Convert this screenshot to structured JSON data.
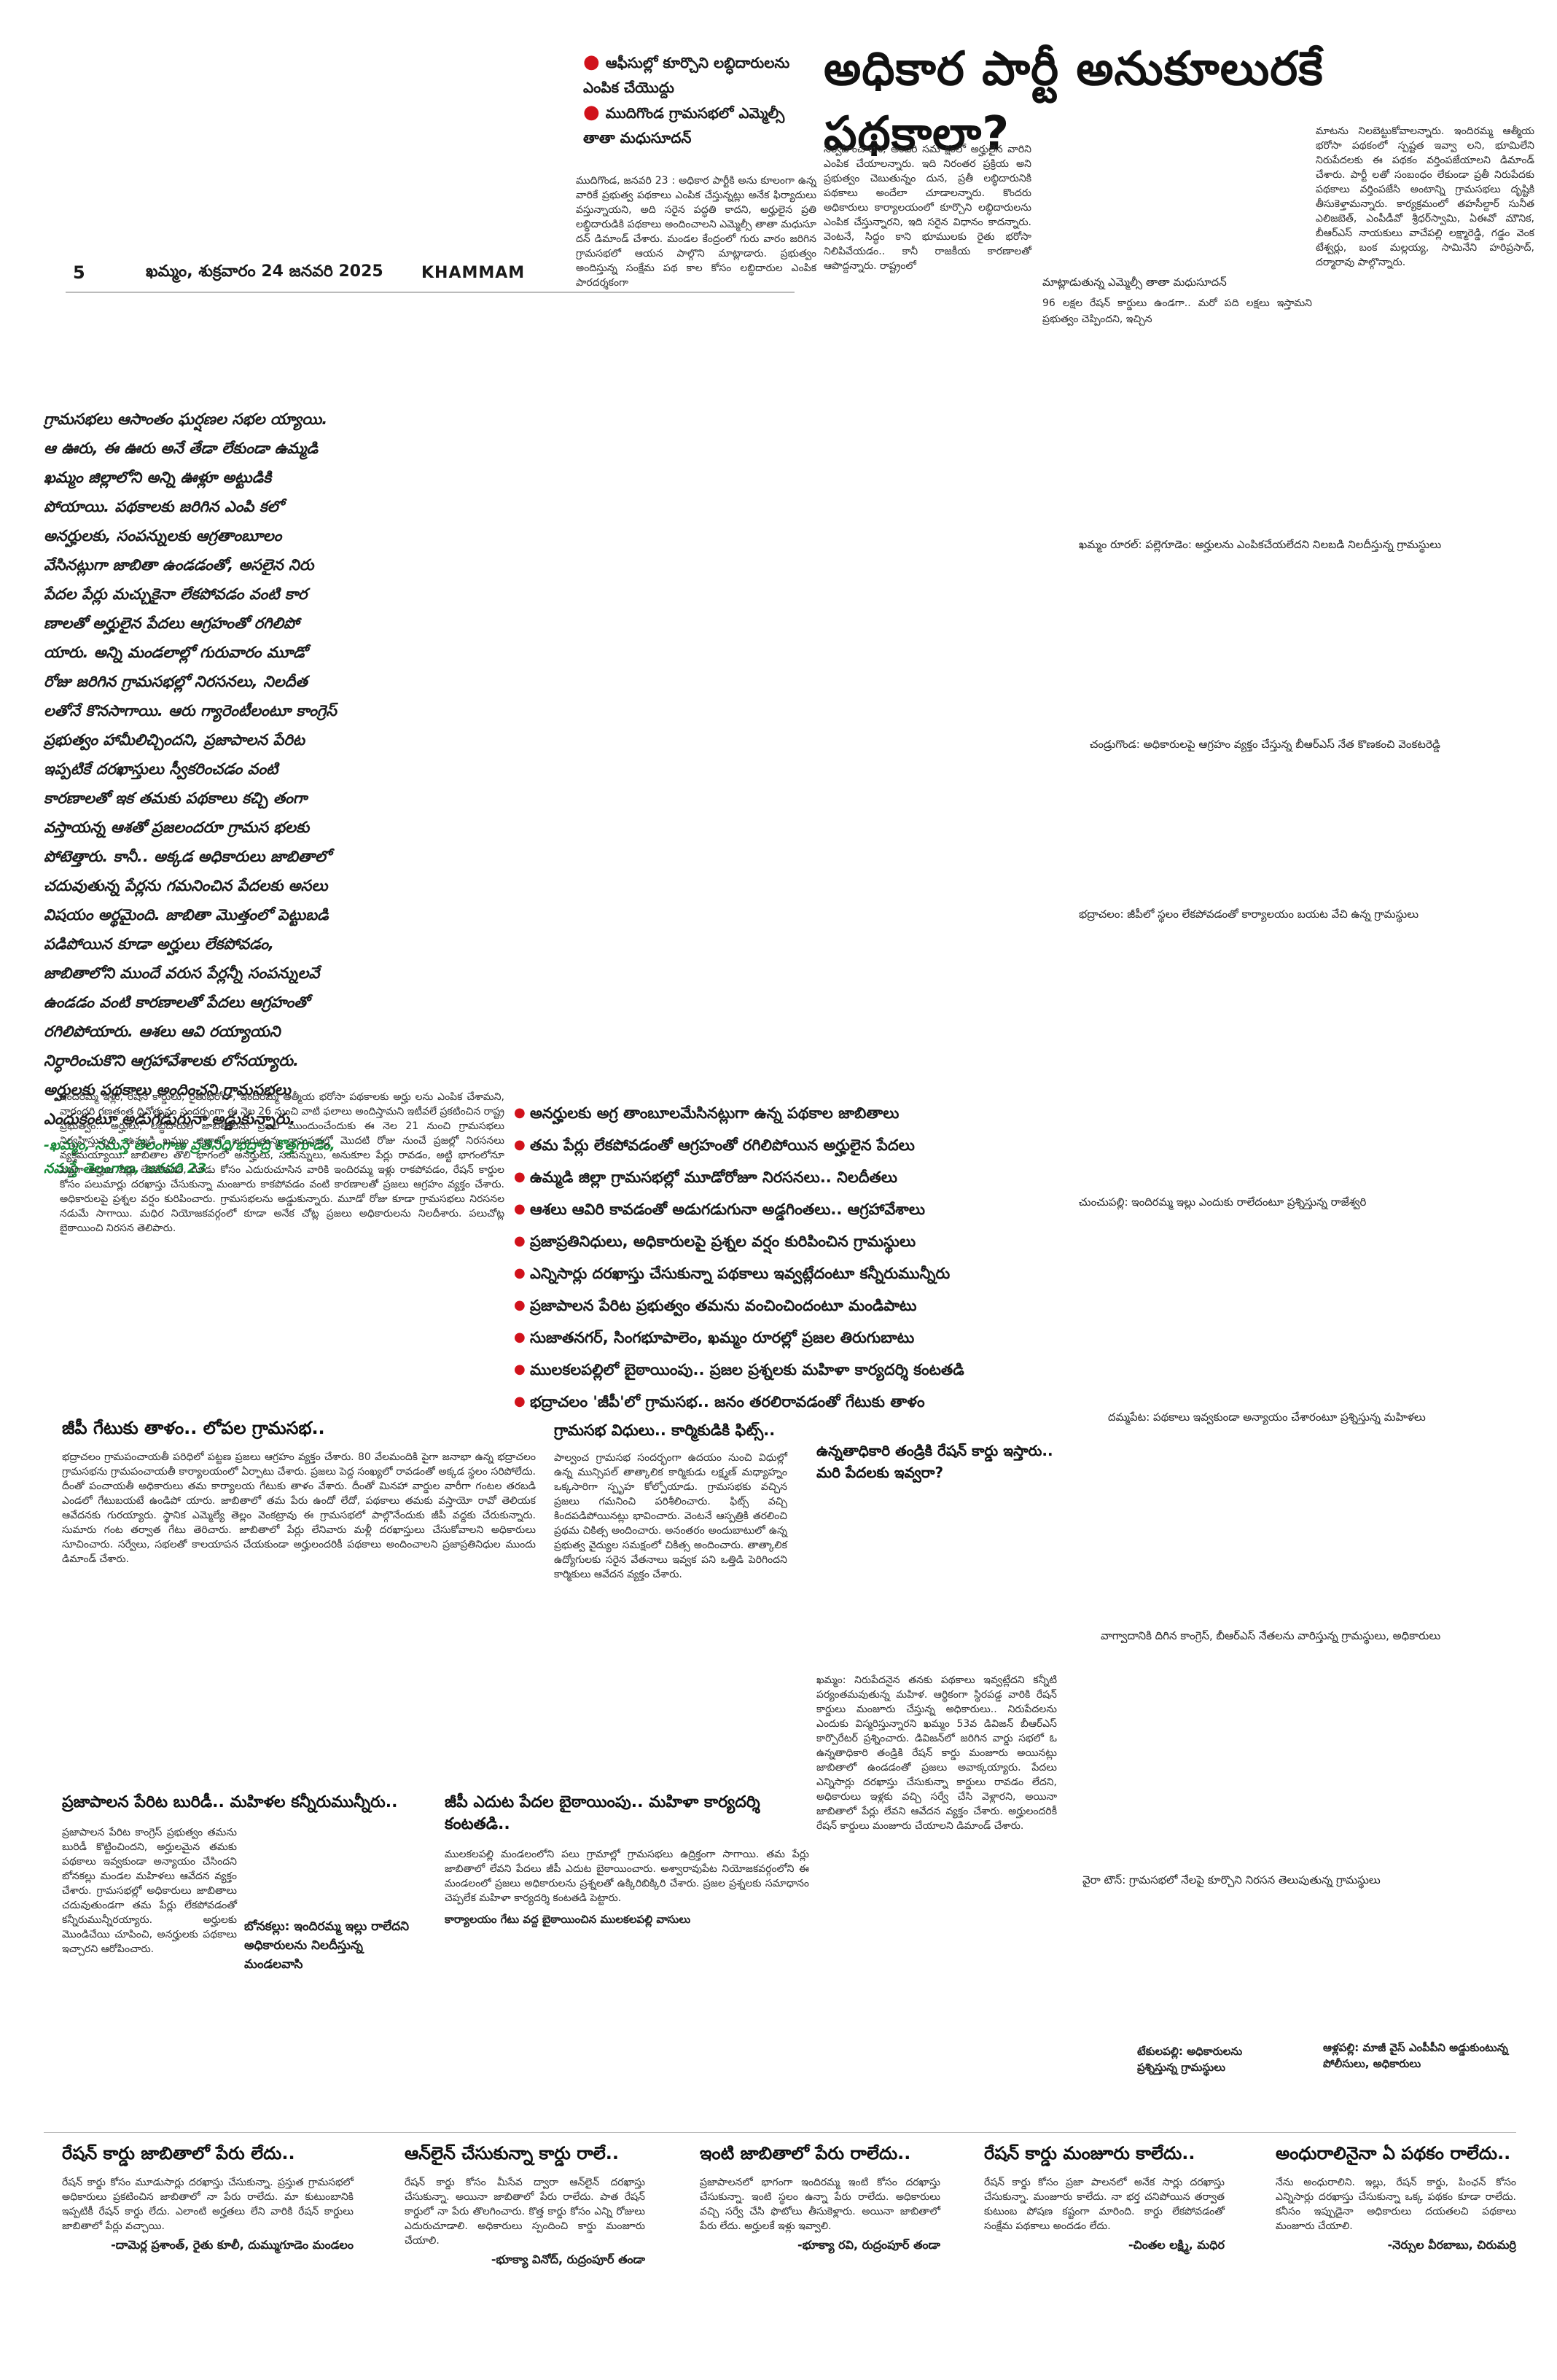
{
  "header": {
    "page_number": "5",
    "date": "ఖమ్మం, శుక్రవారం 24 జనవరి 2025",
    "section": "KHAMMAM"
  },
  "top_bullets": [
    "ఆఫీసుల్లో కూర్చొని లబ్ధిదారులను ఎంపిక చేయొద్దు",
    "ముదిగొండ గ్రామసభలో ఎమ్మెల్సీ తాతా మధుసూదన్"
  ],
  "headline": "అధికార పార్టీ అనుకూలురకే పథకాలా?",
  "lead_story": {
    "col1": "ముదిగొండ, జనవరి 23 : అధికార పార్టీకి అను కూలంగా ఉన్న వారికే ప్రభుత్వ పథకాలు ఎంపిక చేస్తున్నట్లు అనేక ఫిర్యాదులు వస్తున్నాయని, అది సరైన పద్ధతి కాదని, అర్హులైన ప్రతి లబ్ధిదారుడికి పథకాలు అందించాలని ఎమ్మెల్సీ తాతా మధుసూ దన్ డిమాండ్ చేశారు. మండల కేంద్రంలో గురు వారం జరిగిన గ్రామసభలో ఆయన పాల్గొని మాట్లాడారు. ప్రభుత్వం అందిస్తున్న సంక్షేమ పథ కాల కోసం లబ్ధిదారుల ఎంపిక పారదర్శకంగా",
    "col2": "నిర్వహించాలని, అందరి సమ క్షంలో అర్హులైన వారిని ఎంపిక చేయాలన్నారు. ఇది నిరంతర ప్రక్రియ అని ప్రభుత్వం చెబుతున్నం దున, ప్రతీ లబ్ధిదారునికి పథకాలు అందేలా చూడాలన్నారు. కొందరు అధికారులు కార్యాలయంలో కూర్చొని లబ్ధిదారులను ఎంపిక చేస్తున్నారని, ఇది సరైన విధానం కాదన్నారు. వెంటనే, సిద్ధం కాని భూములకు రైతు భరోసా నిలిపివేయడం.. కానీ రాజకీయ కారణాలతో ఆపొద్దన్నారు. రాష్ట్రంలో",
    "col3": "మాటను నిలబెట్టుకోవాలన్నారు. ఇందిరమ్మ ఆత్మీయ భరోసా పథకంలో స్పష్టత ఇవ్వా లని, భూమిలేని నిరుపేదలకు ఈ పథకం వర్తింపజేయాలని డిమాండ్ చేశారు. పార్టీ లతో సంబంధం లేకుండా ప్రతీ నిరుపేదకు పథకాలు వర్తింపజేసి అంటాన్ని గ్రామసభలు దృష్టికి తీసుకెళ్తామన్నారు. కార్యక్రమంలో తహసీల్దార్ సునీత ఎలిజబెత్, ఎంపీడీవో శ్రీధర్‌స్వామి, ఏఈవో మౌనిక, బీఆర్ఎస్ నాయకులు వాచేపల్లి లక్ష్మారెడ్డి, గడ్డం వెంక టేశ్వర్లు, బంక మల్లయ్య, సామినేని హరిప్రసాద్, దర్మారావు పాల్గొన్నారు."
  },
  "photo_caption_top": "మాట్లాడుతున్న ఎమ్మెల్సీ తాతా మధుసూదన్",
  "lead_continued": "96 లక్షల రేషన్ కార్డులు ఉండగా.. మరో పది లక్షలు ఇస్తామని ప్రభుత్వం చెప్పిందని, ఇచ్చిన",
  "intro_column": {
    "text": "గ్రామసభలు ఆసాంతం ఘర్షణల సభల య్యాయి. ఆ ఊరు, ఈ ఊరు అనే తేడా లేకుండా ఉమ్మడి ఖమ్మం జిల్లాలోని అన్ని ఊళ్లూ అట్టుడికి పోయాయి. పథకాలకు జరిగిన ఎంపి కలో అనర్హులకు, సంపన్నులకు ఆగ్రతాంబూలం వేసినట్లుగా జాబితా ఉండడంతో, అసలైన నిరు పేదల పేర్లు మచ్చుకైనా లేకపోవడం వంటి కార ణాలతో అర్హులైన పేదలు ఆగ్రహంతో రగిలిపో యారు. అన్ని మండలాల్లో గురువారం మూడో రోజు జరిగిన గ్రామసభల్లో నిరసనలు, నిలదీత లతోనే కొనసాగాయి. ఆరు గ్యారెంటీలంటూ కాంగ్రెస్ ప్రభుత్వం హామీలిచ్చిందని, ప్రజాపాలన పేరిట ఇప్పటికే దరఖాస్తులు స్వీకరించడం వంటి కారణాలతో ఇక తమకు పథకాలు కచ్చి తంగా వస్తాయన్న ఆశతో ప్రజలందరూ గ్రామస భలకు పోటెత్తారు. కానీ.. అక్కడ అధికారులు జాబితాలో చదువుతున్న పేర్లను గమనించిన పేదలకు అసలు విషయం అర్థమైంది. జాబితా మొత్తంలో పెట్టుబడి పడిపోయిన కూడా అర్హులు లేకపోవడం, జాబితాలోని ముందే వరుస పేర్లన్నీ సంపన్నులవే ఉండడం వంటి కారణాలతో పేదలు ఆగ్రహంతో రగిలిపోయారు. ఆశలు ఆవి రయ్యాయని నిర్ధారించుకొని ఆగ్రహావేశాలకు లోనయ్యారు. అర్హులకు పథకాలు అందించని గ్రామసభలు ఎందుకంటూ అడుగడుగునా అడ్డుకున్నారు.",
    "credit": "-ఖమ్మం, నమస్తే తెలంగాణ ప్రతినిధి/భద్రాద్రి కొత్తగూడెం, నమస్తే తెలంగాణ, జనవరి 23"
  },
  "photo_captions": [
    "ఖమ్మం రూరల్: పల్లెగూడెం: అర్హులను ఎంపికచేయలేదని నిలబడి నిలదీస్తున్న గ్రామస్థులు",
    "చండ్రుగొండ: అధికారులపై ఆగ్రహం వ్యక్తం చేస్తున్న బీఆర్ఎస్ నేత కొణకంచి వెంకటరెడ్డి",
    "భద్రాచలం: జీపీలో స్థలం లేకపోవడంతో కార్యాలయం బయట వేచి ఉన్న గ్రామస్థులు",
    "చుంచుపల్లి: ఇందిరమ్మ ఇల్లు ఎందుకు రాలేదంటూ ప్రశ్నిస్తున్న రాజేశ్వరి",
    "దమ్మపేట: పథకాలు ఇవ్వకుండా అన్యాయం చేశారంటూ ప్రశ్నిస్తున్న మహిళలు",
    "వాగ్వాదానికి దిగిన కాంగ్రెస్, బీఆర్ఎస్ నేతలను వారిస్తున్న గ్రామస్థులు, అధికారులు",
    "వైరా టౌన్: గ్రామసభలో నేలపై కూర్చొని నిరసన తెలుపుతున్న గ్రామస్థులు",
    "టేకులపల్లి: అధికారులను ప్రశ్నిస్తున్న గ్రామస్థులు",
    "ఆళ్లపల్లి: మాజీ వైస్ ఎంపీపీని అడ్డుకుంటున్న పోలీసులు, అధికారులు"
  ],
  "second_story": {
    "text": "ఇందిరమ్మ ఇళ్లు, రేషన్ కార్డులు, రైతుభరోసా, ఇందిరమ్మ ఆత్మీయ భరోసా పథకాలకు అర్హు లను ఎంపిక చేశామని, వారందరి గణతంత్ర దినోత్సవం సందర్భంగా ఈ నెల 26 నుంచి వాటి ఫలాలు అందిస్తామని ఇటీవలే ప్రకటించిన రాష్ట్ర ప్రభుత్వం.. అర్హులు, లబ్ధిదారుల జాబితాలను ప్రజల ముందుంచేందుకు ఈ నెల 21 నుంచి గ్రామసభలు నిర్వహిస్తున్నది. ఉమ్మడి ఖమ్మం జిల్లాలో జరుగుతున్న గ్రామసభల్లో మొదటి రోజు నుంచే ప్రజల్లో నిరసనలు వ్యక్తమయ్యాయి. జాబితాల తొలి భాగంలో అనర్హులు, సంపన్నులు, అనుకూల పేర్లు రావడం, అట్టి భాగంలోనూ పెద్దగా అర్హుల పేర్లు లేకపోవడం, గూడు కోసం ఎదురుచూసిన వారికి ఇందిరమ్మ ఇళ్లు రాకపోవడం, రేషన్ కార్డుల కోసం పలుమార్లు దరఖాస్తు చేసుకున్నా మంజూరు కాకపోవడం వంటి కారణాలతో ప్రజలు ఆగ్రహం వ్యక్తం చేశారు. అధికారులపై ప్రశ్నల వర్షం కురిపించారు. గ్రామసభలను అడ్డుకున్నారు. మూడో రోజు కూడా గ్రామసభలు నిరసనల నడుమే సాగాయి. మధిర నియోజకవర్గంలో కూడా అనేక చోట్ల ప్రజలు అధికారులను నిలదీశారు. పలుచోట్ల బైఠాయించి నిరసన తెలిపారు.",
    "bullets": [
      "అనర్హులకు అగ్ర తాంబూలమేసినట్లుగా ఉన్న పథకాల జాబితాలు",
      "తమ పేర్లు లేకపోవడంతో ఆగ్రహంతో రగిలిపోయిన అర్హులైన పేదలు",
      "ఉమ్మడి జిల్లా గ్రామసభల్లో మూడోరోజూ నిరసనలు.. నిలదీతలు",
      "ఆశలు ఆవిరి కావడంతో అడుగడుగునా అడ్డగింతలు.. ఆగ్రహావేశాలు",
      "ప్రజాప్రతినిధులు, అధికారులపై ప్రశ్నల వర్షం కురిపించిన గ్రామస్థులు",
      "ఎన్నిసార్లు దరఖాస్తు చేసుకున్నా పథకాలు ఇవ్వట్లేదంటూ కన్నీరుమున్నీరు",
      "ప్రజాపాలన పేరిట ప్రభుత్వం తమను వంచించిందంటూ మండిపాటు",
      "సుజాతనగర్, సింగభూపాలెం, ఖమ్మం రూరల్లో ప్రజల తిరుగుబాటు",
      "ములకలపల్లిలో బైఠాయింపు.. ప్రజల ప్రశ్నలకు మహిళా కార్యదర్శి కంటతడి",
      "భద్రాచలం 'జీపీ'లో గ్రామసభ.. జనం తరలిరావడంతో గేటుకు తాళం"
    ]
  },
  "stories": [
    {
      "title": "జీపీ గేటుకు తాళం.. లోపల గ్రామసభ..",
      "text": "భద్రాచలం గ్రామపంచాయతీ పరిధిలో పట్టణ ప్రజలు ఆగ్రహం వ్యక్తం చేశారు. 80 వేలమందికి పైగా జనాభా ఉన్న భద్రాచలం గ్రామసభను గ్రామపంచాయతీ కార్యాలయంలో ఏర్పాటు చేశారు. ప్రజలు పెద్ద సంఖ్యలో రావడంతో అక్కడ స్థలం సరిపోలేదు. దీంతో పంచాయతీ అధికారులు తమ కార్యాలయ గేటుకు తాళం వేశారు. దీంతో మినహా వార్డుల వారీగా గంటల తరబడి ఎండలో గేటుబయటే ఉండిపో యారు. జాబితాలో తమ పేరు ఉందో లేదో, పథకాలు తమకు వస్తాయో రావో తెలియక ఆవేదనకు గురయ్యారు. స్థానిక ఎమ్మెల్యే తెల్లం వెంకట్రావు ఈ గ్రామసభలో పాల్గొనేందుకు జీపీ వద్దకు చేరుకున్నారు. సుమారు గంట తర్వాత గేటు తెరిచారు. జాబితాలో పేర్లు లేనివారు మళ్లీ దరఖాస్తులు చేసుకోవాలని అధికారులు సూచించారు. సర్వేలు, సభలతో కాలయాపన చేయకుండా అర్హులందరికీ పథకాలు అందించాలని ప్రజాప్రతినిధుల ముందు డిమాండ్ చేశారు."
    },
    {
      "title": "గ్రామసభ విధులు.. కార్మికుడికి ఫిట్స్..",
      "text": "పాల్వంచ గ్రామసభ సందర్భంగా ఉదయం నుంచి విధుల్లో ఉన్న మున్సిపల్ తాత్కాలిక కార్మికుడు లక్ష్మణ్ మధ్యాహ్నం ఒక్కసారిగా స్పృహ కోల్పోయాడు. గ్రామసభకు వచ్చిన ప్రజలు గమనించి పరిశీలించారు. ఫిట్స్ వచ్చి కిందపడిపోయినట్లు భావించారు. వెంటనే ఆస్పత్రికి తరలించి ప్రథమ చికిత్స అందించారు. అనంతరం అందుబాటులో ఉన్న ప్రభుత్వ వైద్యుల సమక్షంలో చికిత్స అందించారు. తాత్కాలిక ఉద్యోగులకు సరైన వేతనాలు ఇవ్వక పని ఒత్తిడి పెరిగిందని కార్మికులు ఆవేదన వ్యక్తం చేశారు."
    },
    {
      "title": "ఉన్నతాధికారి తండ్రికి రేషన్ కార్డు ఇస్తారు.. మరి పేదలకు ఇవ్వరా?",
      "text": "ఖమ్మం: నిరుపేదనైన తనకు పథకాలు ఇవ్వట్లేదని కన్నీటి పర్యంతమవుతున్న మహిళ. ఆర్థికంగా స్థిరపడ్డ వారికి రేషన్ కార్డులు మంజూరు చేస్తున్న అధికారులు.. నిరుపేదలను ఎందుకు విస్మరిస్తున్నారని ఖమ్మం 53వ డివిజన్ బీఆర్ఎస్ కార్పొరేటర్ ప్రశ్నించారు. డివిజన్‌లో జరిగిన వార్డు సభలో ఓ ఉన్నతాధికారి తండ్రికి రేషన్ కార్డు మంజూరు అయినట్లు జాబితాలో ఉండడంతో ప్రజలు అవాక్కయ్యారు. పేదలు ఎన్నిసార్లు దరఖాస్తు చేసుకున్నా కార్డులు రావడం లేదని, అధికారులు ఇళ్లకు వచ్చి సర్వే చేసి వెళ్లారని, అయినా జాబితాలో పేర్లు లేవని ఆవేదన వ్యక్తం చేశారు. అర్హులందరికీ రేషన్ కార్డులు మంజూరు చేయాలని డిమాండ్ చేశారు."
    },
    {
      "title": "ప్రజాపాలన పేరిట బురిడీ.. మహిళల కన్నీరుమున్నీరు..",
      "text": "ప్రజాపాలన పేరిట కాంగ్రెస్ ప్రభుత్వం తమను బురిడీ కొట్టించిందని, అర్హులమైన తమకు పథకాలు ఇవ్వకుండా అన్యాయం చేసిందని బోనకల్లు మండల మహిళలు ఆవేదన వ్యక్తం చేశారు. గ్రామసభల్లో అధికారులు జాబితాలు చదువుతుండగా తమ పేర్లు లేకపోవడంతో కన్నీరుమున్నీరయ్యారు. అర్హులకు మొండిచేయి చూపించి, అనర్హులకు పథకాలు ఇచ్చారని ఆరోపించారు.",
      "quote": "బోనకల్లు: ఇందిరమ్మ ఇల్లు రాలేదని అధికారులను నిలదీస్తున్న మండలవాసి"
    },
    {
      "title": "జీపీ ఎదుట పేదల బైఠాయింపు.. మహిళా కార్యదర్శి కంటతడి..",
      "text": "ములకలపల్లి మండలంలోని పలు గ్రామాల్లో గ్రామసభలు ఉద్రిక్తంగా సాగాయి. తమ పేర్లు జాబితాలో లేవని పేదలు జీపీ ఎదుట బైఠాయించారు. అశ్వారావుపేట నియోజకవర్గంలోని ఈ మండలంలో ప్రజలు అధికారులను ప్రశ్నలతో ఉక్కిరిబిక్కిరి చేశారు. ప్రజల ప్రశ్నలకు సమాధానం చెప్పలేక మహిళా కార్యదర్శి కంటతడి పెట్టారు.",
      "caption": "కార్యాలయం గేటు వద్ద బైఠాయించిన ములకలపల్లి వాసులు"
    }
  ],
  "bottom_letters": [
    {
      "title": "రేషన్ కార్డు జాబితాలో పేరు లేదు..",
      "text": "రేషన్ కార్డు కోసం మూడుసార్లు దరఖాస్తు చేసుకున్నా. ప్రస్తుత గ్రామసభలో అధికారులు ప్రకటించిన జాబితాలో నా పేరు రాలేదు. మా కుటుంబానికి ఇప్పటికీ రేషన్ కార్డు లేదు. ఎలాంటి అర్హతలు లేని వారికి రేషన్ కార్డులు జాబితాలో పేర్లు వచ్చాయి.",
      "sign": "-దామెర్ల ప్రశాంత్, రైతు కూలీ, దుమ్ముగూడెం మండలం"
    },
    {
      "title": "ఆన్‌లైన్ చేసుకున్నా కార్డు రాలే..",
      "text": "రేషన్ కార్డు కోసం మీసేవ ద్వారా ఆన్‌లైన్ దరఖాస్తు చేసుకున్నా. అయినా జాబితాలో పేరు రాలేదు. పాత రేషన్ కార్డులో నా పేరు తొలగించారు. కొత్త కార్డు కోసం ఎన్ని రోజులు ఎదురుచూడాలి. అధికారులు స్పందించి కార్డు మంజూరు చేయాలి.",
      "sign": "-భూక్యా వినోద్, రుద్రంపూర్ తండా"
    },
    {
      "title": "ఇంటి జాబితాలో పేరు రాలేదు..",
      "text": "ప్రజాపాలనలో భాగంగా ఇందిరమ్మ ఇంటి కోసం దరఖాస్తు చేసుకున్నా. ఇంటి స్థలం ఉన్నా పేరు రాలేదు. అధికారులు వచ్చి సర్వే చేసి ఫొటోలు తీసుకెళ్లారు. అయినా జాబితాలో పేరు లేదు. అర్హులకే ఇళ్లు ఇవ్వాలి.",
      "sign": "-భూక్యా రవి, రుద్రంపూర్ తండా"
    },
    {
      "title": "రేషన్ కార్డు మంజూరు కాలేదు..",
      "text": "రేషన్ కార్డు కోసం ప్రజా పాలనలో అనేక సార్లు దరఖాస్తు చేసుకున్నా. మంజూరు కాలేదు. నా భర్త చనిపోయిన తర్వాత కుటుంబ పోషణ కష్టంగా మారింది. కార్డు లేకపోవడంతో సంక్షేమ పథకాలు అందడం లేదు.",
      "sign": "-చింతల లక్ష్మి, మధిర"
    },
    {
      "title": "అంధురాలినైనా ఏ పథకం రాలేదు..",
      "text": "నేను అంధురాలిని. ఇల్లు, రేషన్ కార్డు, పింఛన్ కోసం ఎన్నిసార్లు దరఖాస్తు చేసుకున్నా ఒక్క పథకం కూడా రాలేదు. కనీసం ఇప్పుడైనా అధికారులు దయతలచి పథకాలు మంజూరు చేయాలి.",
      "sign": "-నెర్సుల వీరబాబు, చిరుమర్రి"
    }
  ]
}
